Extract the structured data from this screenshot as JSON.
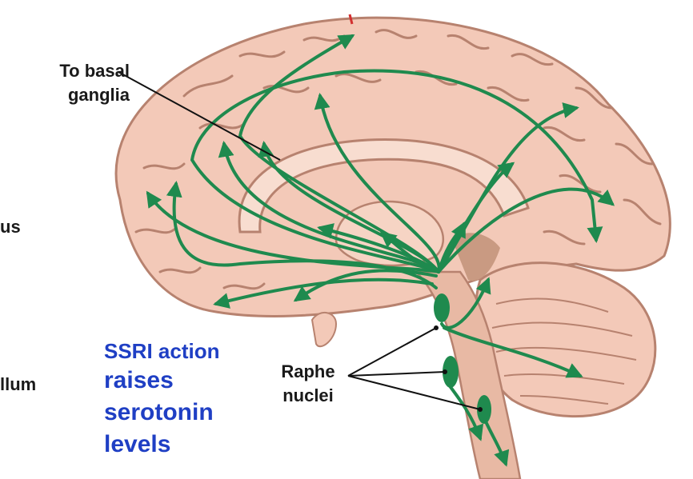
{
  "labels": {
    "basal_line1": "To basal",
    "basal_line2": "ganglia",
    "cut_left_1": "us",
    "cut_left_2": "llum",
    "raphe_line1": "Raphe",
    "raphe_line2": "nuclei"
  },
  "ssri": {
    "line1": "SSRI action",
    "line2": "raises",
    "line3": "serotonin",
    "line4": "levels"
  },
  "colors": {
    "cortex": "#f3c9b8",
    "sulcus": "#b7826f",
    "pathway": "#1f8a4e",
    "ssri_text": "#1f3fc4",
    "brainstem": "#c99a82"
  }
}
